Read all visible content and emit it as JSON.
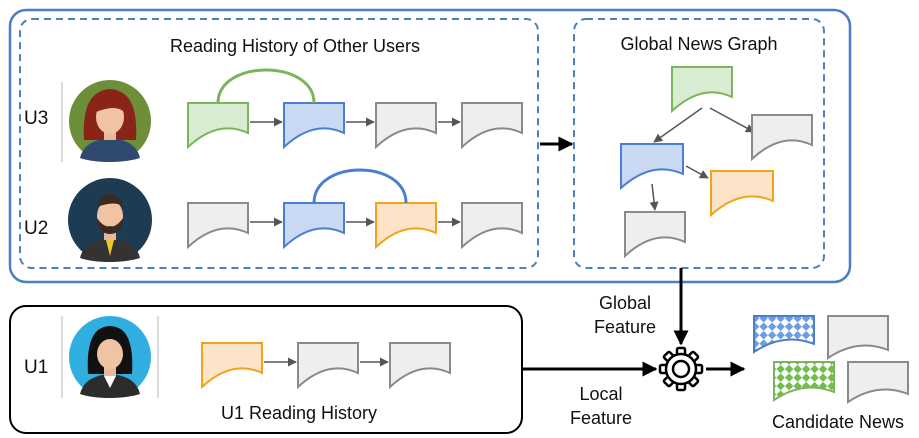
{
  "top_panel": {
    "history_title": "Reading History of Other Users",
    "graph_title": "Global News Graph",
    "users": [
      {
        "label": "U3",
        "docs": [
          "green",
          "blue",
          "gray",
          "gray"
        ],
        "link": [
          0,
          1
        ],
        "link_color": "#7bb45a"
      },
      {
        "label": "U2",
        "docs": [
          "gray",
          "blue",
          "orange",
          "gray"
        ],
        "link": [
          1,
          2
        ],
        "link_color": "#4a7fd0"
      }
    ]
  },
  "bottom_panel": {
    "user": {
      "label": "U1",
      "docs": [
        "orange",
        "gray",
        "gray"
      ]
    },
    "caption": "U1 Reading History"
  },
  "global_feature_label": [
    "Global",
    "Feature"
  ],
  "local_feature_label": [
    "Local",
    "Feature"
  ],
  "candidate_label": "Candidate News",
  "icons": [
    "woman-avatar-icon",
    "bearded-man-avatar-icon",
    "businesswoman-avatar-icon",
    "gear-icon",
    "document-icon"
  ],
  "colors": {
    "panel_border": "#4a7fc1",
    "dash_border": "#4a7fc1",
    "green_fill": "#d7ecd0",
    "green_stroke": "#7bb45a",
    "blue_fill": "#c9d9f4",
    "blue_stroke": "#4a7fd0",
    "orange_fill": "#fde3c8",
    "orange_stroke": "#f0a41a",
    "gray_fill": "#eeeeee",
    "gray_stroke": "#8a8a8a"
  }
}
